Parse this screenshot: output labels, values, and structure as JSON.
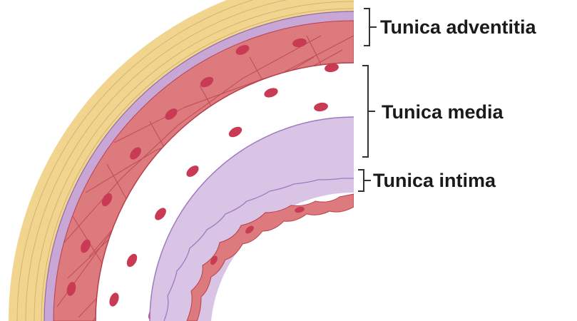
{
  "labels": {
    "adventitia": "Tunica adventitia",
    "media": "Tunica media",
    "intima": "Tunica intima"
  },
  "colors": {
    "adventitia": "#f1d58e",
    "adventitia_line": "#c9a869",
    "elastic_membrane": "#c8a6d6",
    "media": "#dd7a7e",
    "media_fiber": "#b8404c",
    "nucleus": "#c93a55",
    "intima": "#d9c4e6",
    "endothelium": "#9c7bbf",
    "lumen_wall": "#dd7a7e"
  }
}
